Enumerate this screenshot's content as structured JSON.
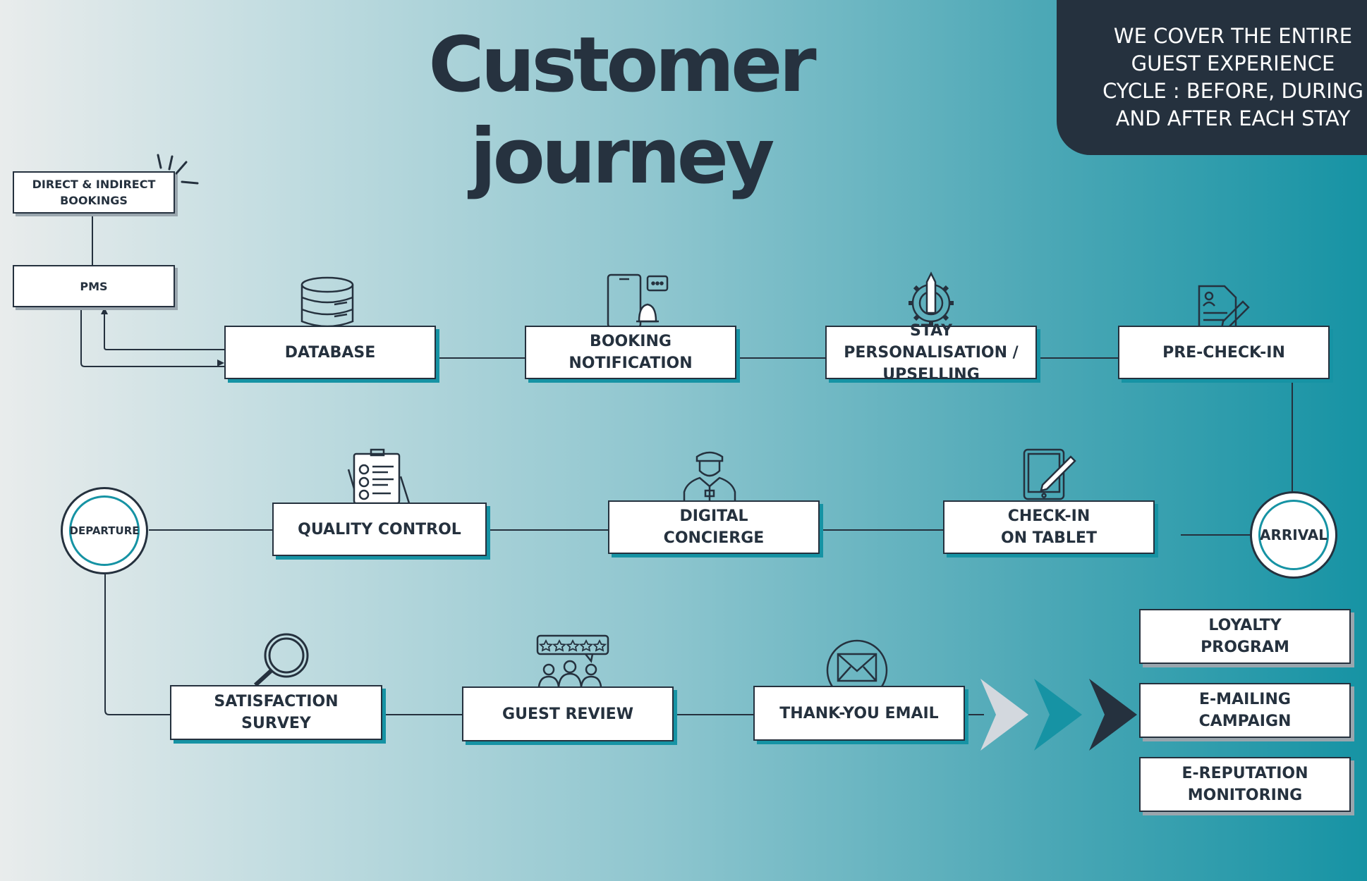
{
  "title": "Customer journey",
  "tagline": [
    "WE COVER THE ENTIRE",
    "GUEST EXPERIENCE",
    "CYCLE : BEFORE, DURING",
    "AND AFTER EACH STAY"
  ],
  "sources": {
    "bookings": [
      "DIRECT & INDIRECT",
      "BOOKINGS"
    ],
    "pms": "PMS"
  },
  "row1": {
    "database": [
      "DATABASE"
    ],
    "booking_notification": [
      "BOOKING",
      "NOTIFICATION"
    ],
    "stay_personalisation": [
      "STAY PERSONALISATION /",
      "UPSELLING"
    ],
    "pre_checkin": [
      "PRE-CHECK-IN"
    ]
  },
  "row2": {
    "departure": "DEPARTURE",
    "quality_control": [
      "QUALITY CONTROL"
    ],
    "digital_concierge": [
      "DIGITAL",
      "CONCIERGE"
    ],
    "checkin_tablet": [
      "CHECK-IN",
      "ON TABLET"
    ],
    "arrival": "ARRIVAL"
  },
  "row3": {
    "satisfaction_survey": [
      "SATISFACTION",
      "SURVEY"
    ],
    "guest_review": [
      "GUEST REVIEW"
    ],
    "thank_you_email": [
      "THANK-YOU EMAIL"
    ]
  },
  "outcomes": {
    "loyalty": [
      "LOYALTY",
      "PROGRAM"
    ],
    "emailing": [
      "E-MAILING",
      "CAMPAIGN"
    ],
    "ereputation": [
      "E-REPUTATION",
      "MONITORING"
    ]
  },
  "colors": {
    "dark": "#25313e",
    "teal": "#1693a4",
    "grey": "#d3d8de"
  },
  "icons": [
    "sparkle-icon",
    "database-icon",
    "phone-bell-icon",
    "gear-pencil-icon",
    "document-pen-icon",
    "checklist-icon",
    "concierge-icon",
    "tablet-pen-icon",
    "magnifier-icon",
    "review-stars-icon",
    "envelope-icon"
  ]
}
